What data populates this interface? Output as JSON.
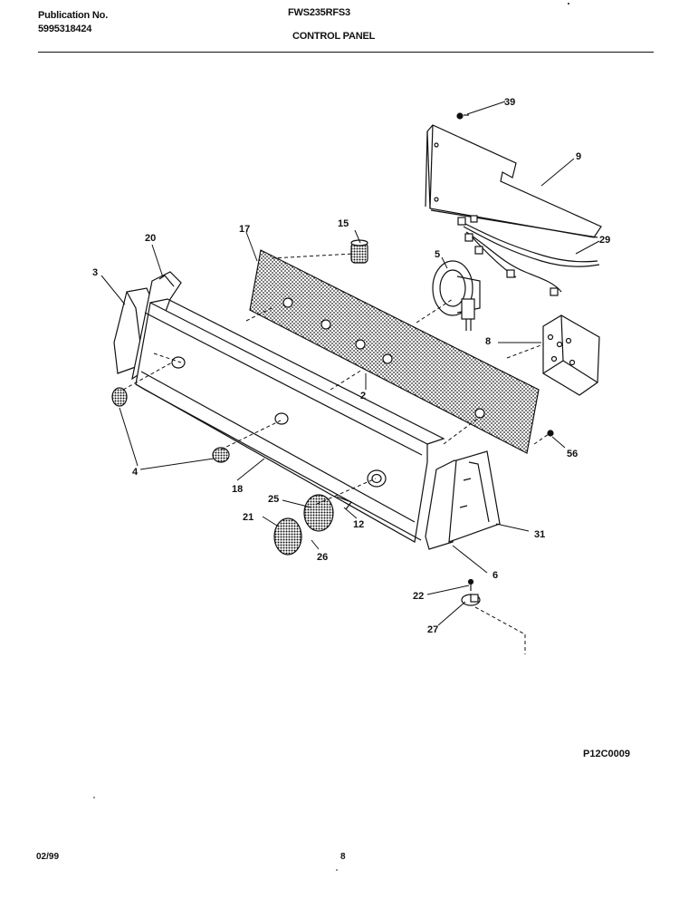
{
  "header": {
    "publication_label": "Publication No.",
    "publication_number": "5995318424",
    "model": "FWS235RFS3",
    "section_title": "CONTROL PANEL"
  },
  "diagram": {
    "callouts": {
      "c39": "39",
      "c9": "9",
      "c29": "29",
      "c15": "15",
      "c17": "17",
      "c20": "20",
      "c3": "3",
      "c5": "5",
      "c8": "8",
      "c2": "2",
      "c4": "4",
      "c56": "56",
      "c18": "18",
      "c25": "25",
      "c21": "21",
      "c12": "12",
      "c26": "26",
      "c31": "31",
      "c6": "6",
      "c22": "22",
      "c27": "27"
    },
    "figure_code": "P12C0009"
  },
  "footer": {
    "date": "02/99",
    "page": "8"
  }
}
